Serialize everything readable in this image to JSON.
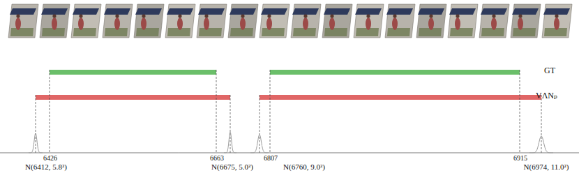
{
  "diagram": {
    "labels": [
      "GT",
      "VΛNₚ",
      "6426",
      "6663",
      "6807",
      "6915",
      "N(6412, 5.8²)",
      "N(6675, 5.0²)",
      "N(6760, 9.0²)",
      "N(6974, 11.0²)"
    ]
  }
}
